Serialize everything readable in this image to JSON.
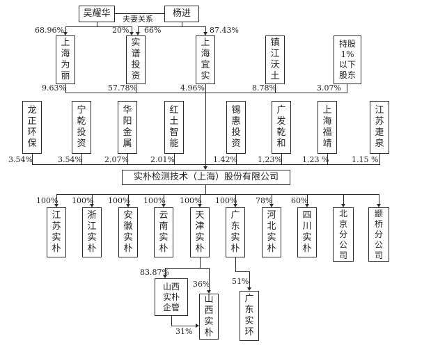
{
  "figure": {
    "relation_label": "夫妻关系",
    "company": "实朴检测技术（上海）股份有限公司"
  },
  "nodes": {
    "wuyaohua": "吴耀华",
    "yangjin": "杨进",
    "shweili": "上\n海\n为\n丽",
    "shipu": "实\n谱\n投\n资",
    "shyishi": "上\n海\n宜\n实",
    "zhenjiang": "镇\n江\n沃\n土",
    "minor": "持股\n1%\n以下\n股东",
    "longzheng": "龙\n正\n环\n保",
    "ningqian": "宁\n乾\n投\n资",
    "huayang": "华\n阳\n金\n属",
    "hongtu": "红\n土\n智\n能",
    "xihui": "锡\n惠\n投\n资",
    "guangfa": "广\n发\n乾\n和",
    "fujing": "上\n海\n福\n靖",
    "jiequan": "江\n苏\n疌\n泉",
    "jiangsu": "江\n苏\n实\n朴",
    "zhejiang": "浙\n江\n实\n朴",
    "anhui": "安\n徽\n实\n朴",
    "yunnan": "云\n南\n实\n朴",
    "tianjin": "天\n津\n实\n朴",
    "guangdong": "广\n东\n实\n朴",
    "hebei": "河\n北\n实\n朴",
    "sichuan": "四\n川\n实\n朴",
    "beijing": "北\n京\n分\n公\n司",
    "zhuanqiao": "颛\n桥\n分\n公\n司",
    "sxqiguan": "山西\n实朴\n企管",
    "sxshipu": "山\n西\n实\n朴",
    "gdshihuan": "广\n东\n实\n环"
  },
  "pcts": {
    "top_weili": "68.96%",
    "top_shipu_wu": "20%",
    "top_shipu_yang": "66%",
    "top_yishi": "87.43%",
    "r2_weili": "9.63%",
    "r2_shipu": "57.78%",
    "r2_yishi": "4.96%",
    "r2_zhenjiang": "8.78%",
    "r2_minor": "3.07%",
    "r3_longzheng": "3.54%",
    "r3_ningqian": "3.54%",
    "r3_huayang": "2.07%",
    "r3_hongtu": "2.01%",
    "r3_xihui": "1.42%",
    "r3_guangfa": "1.23%",
    "r3_fujing": "1.23 %",
    "r3_jiequan": "1.15 %",
    "r4_jiangsu": "100%",
    "r4_zhejiang": "100%",
    "r4_anhui": "100%",
    "r4_yunnan": "100%",
    "r4_tianjin": "100%",
    "r4_guangdong": "100%",
    "r4_hebei": "78%",
    "r4_sichuan": "60%",
    "sub_qiguan": "83.87%",
    "sub_sx36": "36%",
    "sub_sx31": "31%",
    "sub_gd51": "51%"
  }
}
